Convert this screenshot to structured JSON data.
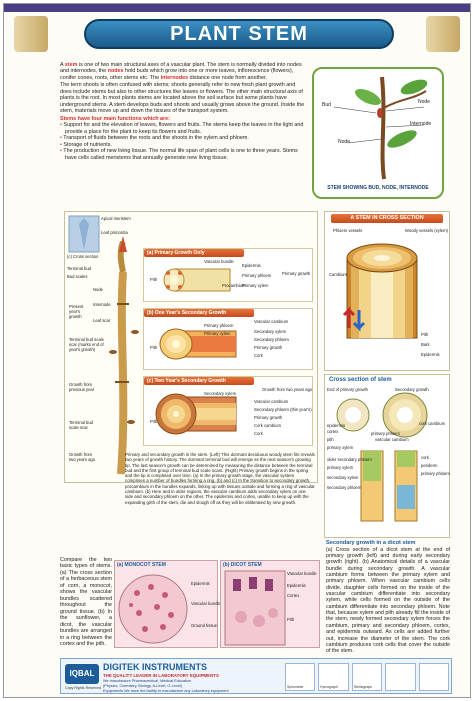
{
  "title": "PLANT STEM",
  "intro": {
    "paragraph1_parts": [
      {
        "t": "A ",
        "c": ""
      },
      {
        "t": "stem",
        "c": "red"
      },
      {
        "t": " is one of two main structural axes of a vascular plant. The stem is normally divided into nodes and internodes, the ",
        "c": ""
      },
      {
        "t": "nodes",
        "c": "red"
      },
      {
        "t": " hold buds which grow into one or more leaves, inflorescence (flowers), conifer cones, roots, other stems etc. The ",
        "c": ""
      },
      {
        "t": "internodes",
        "c": "red"
      },
      {
        "t": " distance one node from another.",
        "c": ""
      }
    ],
    "paragraph2": "The term shoots is often confused with stems; shoots generally refer to new fresh plant growth and does include stems but also to other structures like leaves or flowers. The other main structural axis of plants is the root. In most plants stems are located above the soil surface but some plants have underground stems. A stem develops buds and shoots and usually grows above the ground. Inside the stem, materials move up and down the tissues of the transport system.",
    "functions_heading": "Stems have four main functions which are:",
    "functions": [
      "Support for and the elevation of leaves, flowers and fruits. The stems keep the leaves in the light and provide a place for the plant to keep its flowers and fruits.",
      "Transport of fluids between the roots and the shoots in the xylem and phloem.",
      "Storage of nutrients.",
      "The production of new living tissue. The normal life span of plant cells is one to three years. Stems have cells called meristems that annually generate new living tissue."
    ]
  },
  "bud_panel": {
    "caption": "STEM SHOWING BUD, NODE, INTERNODE",
    "labels": {
      "bud": "Bud",
      "node_top": "Node",
      "internode": "Internode",
      "node_bottom": "Node"
    }
  },
  "growth_panel": {
    "left_labels": {
      "apical_meristem": "Apical meristem",
      "leaf_primordia": "Leaf primordia",
      "cross_section_note": "(c) Cross section",
      "terminal_bud": "Terminal bud",
      "bud_scales": "Bud scales",
      "node": "Node",
      "internode": "Internode",
      "leaf_scar": "Leaf scar",
      "present_growth": "Present year's growth",
      "bud_scale_scar": "Terminal bud scale scar (marks end of year's growth)",
      "growth_prev": "Growth from previous year",
      "terminal_bud_scale_scar": "Terminal bud scale scar",
      "growth_two_years": "Growth from two years ago"
    },
    "primary": {
      "header": "(a) Primary Growth Only",
      "labels": [
        "Vascular bundle",
        "Epidermis",
        "Pith",
        "Primary phloem",
        "Procambium",
        "Primary xylem",
        "Primary growth"
      ]
    },
    "secondary1": {
      "header": "(b) One Year's Secondary Growth",
      "labels": [
        "Vascular cambium",
        "Primary phloem",
        "Primary xylem",
        "Secondary xylem",
        "Secondary phloem",
        "Pith",
        "Primary growth",
        "Cork"
      ]
    },
    "secondary2": {
      "header": "(c) Two Year's Secondary Growth",
      "labels": [
        "Growth from two years ago",
        "Secondary xylem",
        "Vascular cambium",
        "Secondary phloem (this year's)",
        "Pith",
        "Primary growth",
        "Cork cambium",
        "Cork"
      ]
    },
    "body_text": "Primary and secondary growth in the stem. (Left) This dormant deciduous woody stem fits reveals two years of growth history. The dormant terminal bud will emerge as the next season's growing tip. The last season's growth can be determined by measuring the distance between the terminal bud and the first group of terminal bud scale scars. (Right) Primary growth begins in the spring and the tip is completed over time. (a) In the primary growth stage, the vascular system comprises a number of bundles forming a ring. (b) and (c) In the transition to secondary growth, procambium in the bundles expands, linking up with tissues outside and forming a ring of vascular cambium. (b) Here and in older regions, the vascular cambium adds secondary xylem on one side and secondary phloem on the other. The epidermis and cortex, unable to keep up with the expanding girth of the stem, die and slough off as they will be obliterated by new growth."
  },
  "cross_section_panel": {
    "header": "A STEM IN CROSS SECTION",
    "labels": [
      "Phloem vessels",
      "Woody vessels (xylem)",
      "Cambium",
      "Pith",
      "Bark",
      "Epidermis"
    ]
  },
  "dicot_secondary": {
    "header": "Cross section of stem",
    "labels": [
      "End of primary growth",
      "Secondary growth",
      "epidermis",
      "cortex",
      "primary phloem",
      "vascular cambium",
      "pith",
      "primary xylem",
      "cork cambium",
      "older secondary phloem",
      "primary xylem",
      "secondary xylem",
      "secondary phloem",
      "cork",
      "periderm",
      "primary phloem"
    ],
    "subheading": "Secondary growth in a dicot stem",
    "text": "(a) Cross section of a dicot stem at the end of primary growth (left) and during early secondary growth (right). (b) Anatomical details of a vascular bundle during secondary growth. A vascular cambium forms between the primary xylem and primary phloem. When vascular cambium cells divide, daughter cells formed on the inside of the vascular cambium differentiate into secondary xylem, while cells formed on the outside of the cambium differentiate into secondary phloem. Note that, because xylem and pith already fill the inside of the stem, newly formed secondary xylem forces the cambium, primary and secondary phloem, cortex, and epidermis outward. As cells are added further out, increase the diameter of the stem. The cork cambium produces cork cells that cover the outside of the stem."
  },
  "compare": {
    "text": "Compare the two basic types of stems. (a) The cross section of a herbaceous stem of corn, a monocot, shows the vascular bundles scattered throughout the ground tissue. (b) In the sunflower, a dicot, the vascular bundles are arranged in a ring between the cortex and the pith.",
    "monocot_header": "(a) MONOCOT STEM",
    "dicot_header": "(b) DICOT STEM",
    "monocot_labels": [
      "Epidermis",
      "Vascular bundles",
      "Ground tissue"
    ],
    "dicot_labels": [
      "Vascular bundle",
      "Epidermis",
      "Cortex",
      "Pith"
    ]
  },
  "footer": {
    "brand_left": "IQBAL",
    "brand_right": "DIGITEK INSTRUMENTS",
    "tagline": "THE QUALITY LEADER IN LABORATORY EQUIPMENTS",
    "line1": "We manufacture Pharmaceutical, Medical Education",
    "line2": "(Physics, Chemistry, Biology, A-Level, O-Level)",
    "line3": "Equipments We have the facility to manufacture any Laboratory equipment",
    "copyright": "Copy Rights Reserved",
    "thumbs": [
      "Spirometer",
      "Kymograph",
      "Sterilograph",
      "",
      ""
    ]
  },
  "colors": {
    "title_bg": "#1b5a8a",
    "red_text": "#d62d2d",
    "green_frame": "#6fa43f",
    "orange_header": "#d8612b",
    "footer_blue": "#1d5c9a"
  }
}
